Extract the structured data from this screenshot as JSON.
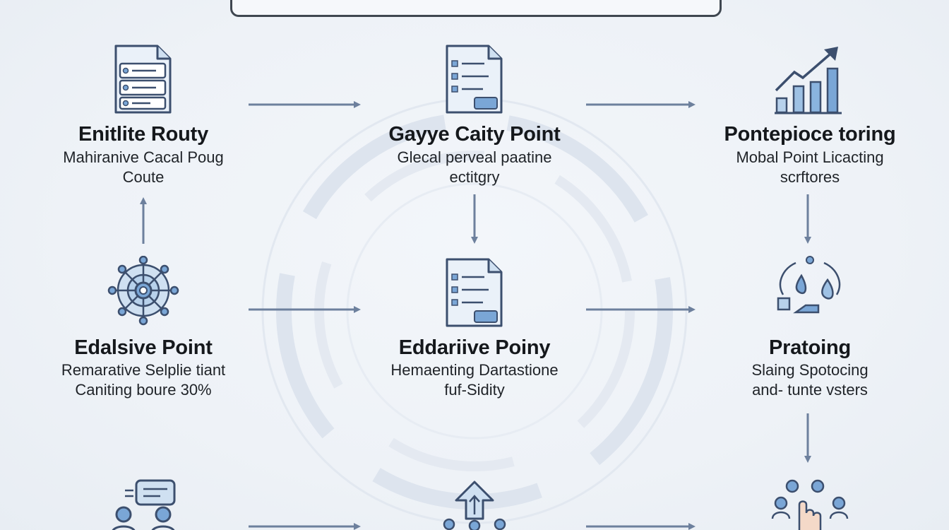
{
  "colors": {
    "icon_stroke": "#3c4f6e",
    "icon_fill": "#cfe0f1",
    "icon_accent": "#7aa6d6",
    "arrow": "#6d809d"
  },
  "nodes": [
    {
      "icon": "server-icon",
      "title": "Enitlite Routy",
      "line1": "Mahiranive Cacal Poug",
      "line2": "Coute"
    },
    {
      "icon": "document-list-icon",
      "title": "Gayye Caity Point",
      "line1": "Glecal perveal paatine",
      "line2": "ectitgry"
    },
    {
      "icon": "bar-chart-trend-icon",
      "title": "Pontepioce toring",
      "line1": "Mobal Point Licacting",
      "line2": "scrftores"
    },
    {
      "icon": "network-hub-icon",
      "title": "Edalsive Point",
      "line1": "Remarative Selplie tiant",
      "line2": "Caniting boure 30%"
    },
    {
      "icon": "document-list-icon",
      "title": "Eddariive Poiny",
      "line1": "Hemaenting Dartastione",
      "line2": "fuf-Sidity"
    },
    {
      "icon": "droplets-icon",
      "title": "Pratoing",
      "line1": "Slaing  Spotocing",
      "line2": "and-  tunte vsters"
    }
  ]
}
